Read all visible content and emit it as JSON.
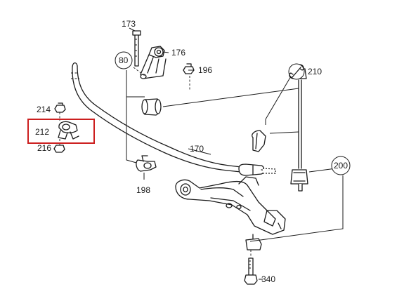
{
  "callouts": {
    "c173": "173",
    "c176": "176",
    "c196": "196",
    "c80": "80",
    "c210": "210",
    "c214": "214",
    "c212": "212",
    "c216": "216",
    "c170": "170",
    "c198": "198",
    "c200": "200",
    "c340": "340"
  },
  "highlight": {
    "part": "212",
    "color": "#cc1f1f"
  },
  "colors": {
    "line": "#1a1a1a",
    "background": "#ffffff"
  },
  "icons": {
    "c210_marker": "wrench-icon"
  }
}
